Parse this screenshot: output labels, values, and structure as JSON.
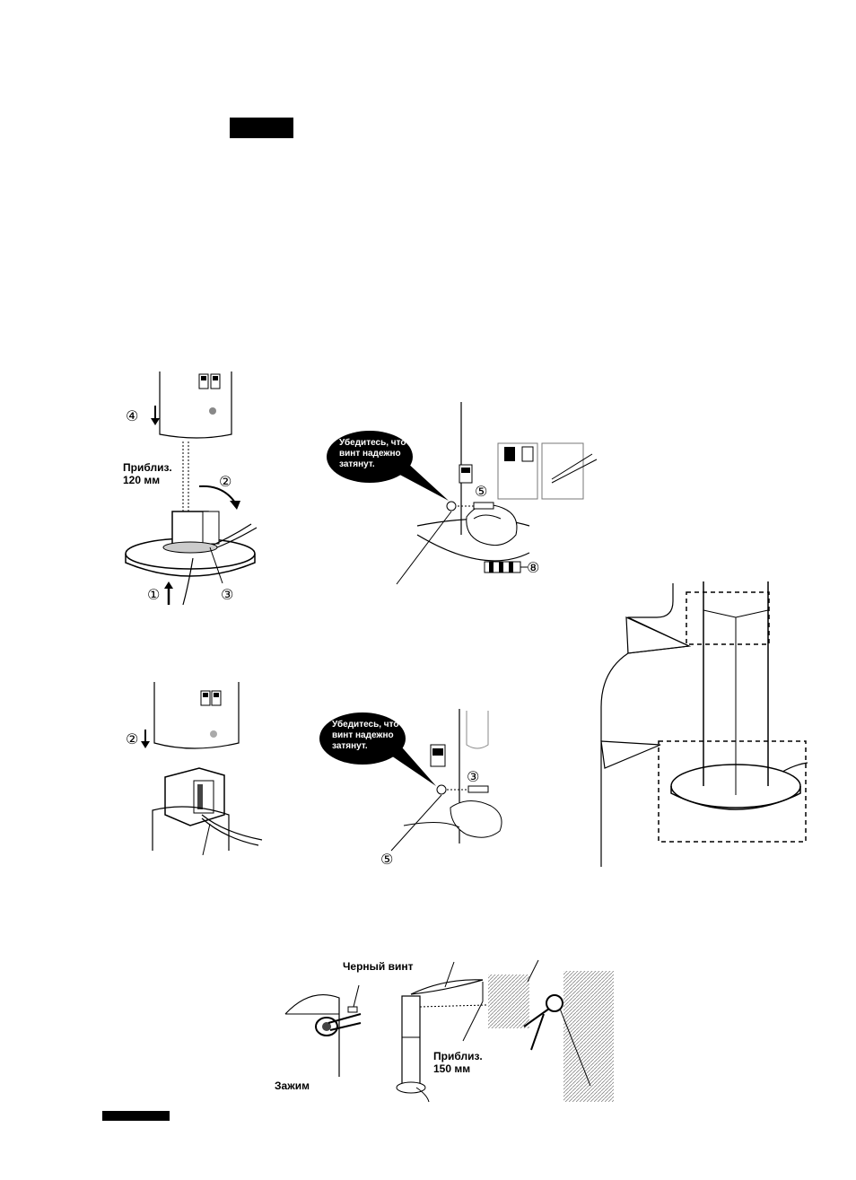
{
  "fig1": {
    "step4": "④",
    "step2": "②",
    "step1": "①",
    "step3": "③",
    "approx_label_line1": "Приблиз.",
    "approx_label_line2": "120 мм"
  },
  "fig2": {
    "bubble_line1": "Убедитесь, что",
    "bubble_line2": "винт надежно",
    "bubble_line3": "затянут.",
    "step5": "⑤",
    "step8": "⑧"
  },
  "fig3": {
    "step2": "②"
  },
  "fig4": {
    "bubble_line1": "Убедитесь, что",
    "bubble_line2": "винт надежно",
    "bubble_line3": "затянут.",
    "step3": "③",
    "step5": "⑤"
  },
  "fig6": {
    "black_screw": "Черный винт",
    "clamp": "Зажим",
    "approx_line1": "Приблиз.",
    "approx_line2": "150 мм"
  }
}
